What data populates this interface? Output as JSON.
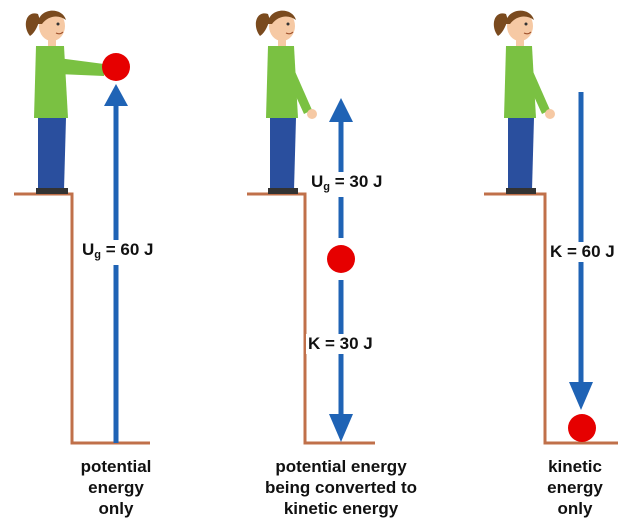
{
  "colors": {
    "arrow": "#1f63b5",
    "ball": "#e60000",
    "ledge": "#c0704a",
    "shirt": "#7ac142",
    "pants": "#2a4f9e",
    "hair": "#7a4a1e",
    "skin": "#f6c9a4"
  },
  "panels": [
    {
      "energy_label": {
        "symbol": "U",
        "sub": "g",
        "rest": " = 60 J"
      },
      "caption": [
        "potential",
        "energy",
        "only"
      ]
    },
    {
      "energy_label_top": {
        "symbol": "U",
        "sub": "g",
        "rest": " = 30 J"
      },
      "energy_label_bottom": "K = 30 J",
      "caption": [
        "potential energy",
        "being converted to",
        "kinetic energy"
      ]
    },
    {
      "energy_label": "K = 60 J",
      "caption": [
        "kinetic",
        "energy",
        "only"
      ]
    }
  ]
}
